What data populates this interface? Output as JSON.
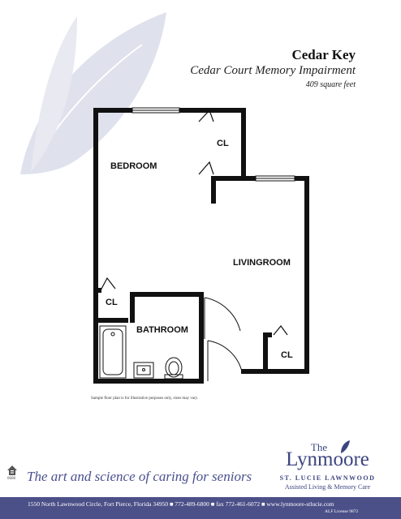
{
  "header": {
    "title": "Cedar Key",
    "subtitle": "Cedar Court Memory Impairment",
    "square_feet": "409 square feet"
  },
  "rooms": {
    "bedroom": "BEDROOM",
    "livingroom": "LIVINGROOM",
    "bathroom": "BATHROOM",
    "closet_top": "CL",
    "closet_left": "CL",
    "closet_right": "CL"
  },
  "disclaimer": "Sample floor plan is for illustrative purposes only, sizes may vary.",
  "tagline": "The art and science of caring for seniors",
  "logo": {
    "the": "The",
    "name": "Lynmoore",
    "line1": "ST. LUCIE LAWNWOOD",
    "line2": "Assisted Living & Memory Care"
  },
  "footer": {
    "address": "1550 North Lawnwood Circle, Fort Pierce, Florida  34950  ■  772-489-6800  ■  fax 772-461-6072  ■  www.lynmoore-stlucie.com",
    "license": "ALF License 9872"
  },
  "equal_housing": {
    "code": "0608"
  },
  "colors": {
    "brand": "#4c5088",
    "leaf": "#dfe1ec"
  }
}
